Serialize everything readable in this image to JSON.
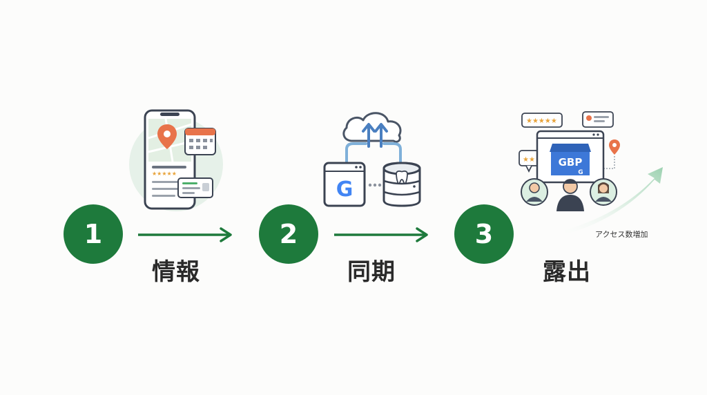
{
  "steps": [
    {
      "number": "1",
      "label": "情報"
    },
    {
      "number": "2",
      "label": "同期"
    },
    {
      "number": "3",
      "label": "露出"
    }
  ],
  "exposure_panel": {
    "badge_text": "GBP",
    "badge_subtext": "G",
    "trend_caption": "アクセス数増加"
  },
  "icons": {
    "step1": [
      "smartphone-map-icon",
      "map-pin-icon",
      "calendar-icon",
      "business-card-icon"
    ],
    "step2": [
      "cloud-sync-icon",
      "google-browser-icon",
      "database-tooth-icon"
    ],
    "step3": [
      "gbp-storefront-icon",
      "customer-avatar-icon",
      "review-stars-icon",
      "growth-arrow-icon"
    ]
  },
  "colors": {
    "accent_green": "#1e7a3c",
    "label_text": "#2a2a2a",
    "pin_orange": "#e8734a",
    "gbp_blue": "#3d78d8",
    "sync_blue": "#4a7fc0"
  }
}
